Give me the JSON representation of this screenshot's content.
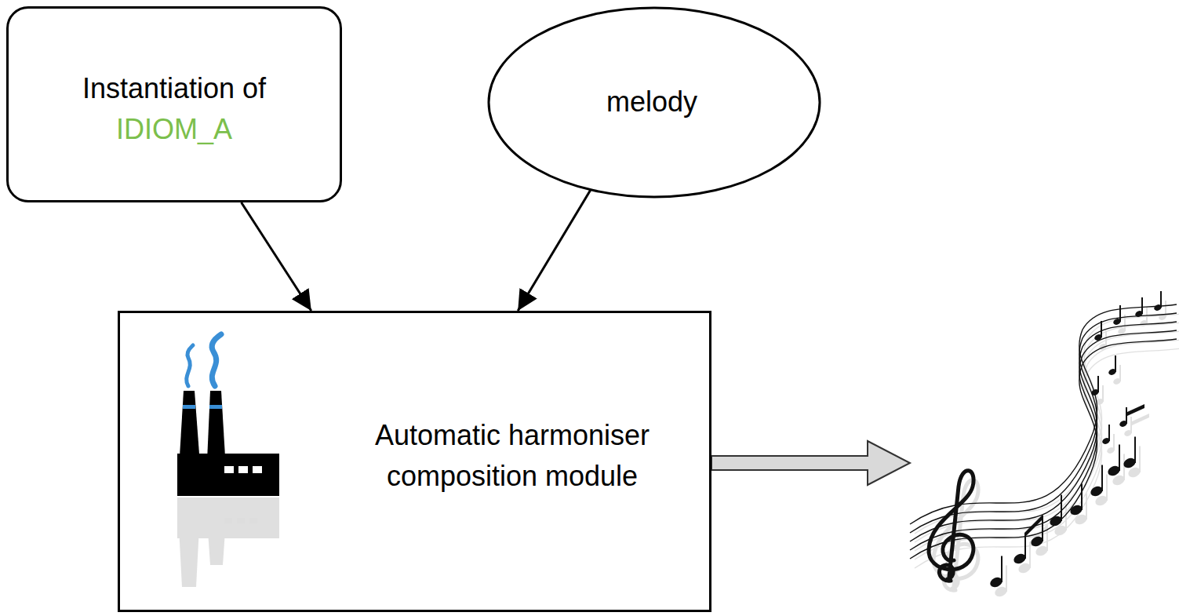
{
  "diagram": {
    "nodes": [
      {
        "text": [
          "Instantiation of",
          "IDIOM_A"
        ]
      },
      {
        "text": [
          "melody"
        ]
      },
      {
        "text": [
          "Automatic harmoniser composition module"
        ]
      }
    ],
    "edges": [
      {
        "from": 0,
        "to": 2,
        "arrow": "to"
      },
      {
        "from": 1,
        "to": 2,
        "arrow": "to"
      }
    ]
  }
}
